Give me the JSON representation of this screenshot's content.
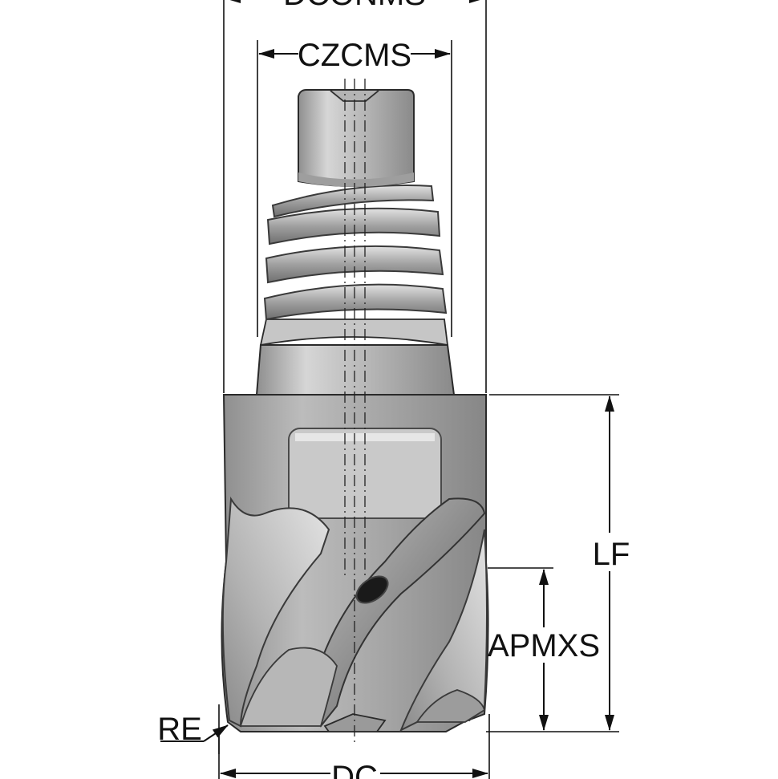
{
  "diagram": {
    "labels": {
      "dconms": "DCONMS",
      "czcms": "CZCMS",
      "lf": "LF",
      "apmxs": "APMXS",
      "re": "RE",
      "dc": "DC"
    },
    "colors": {
      "line": "#111111",
      "metal_light": "#d8d8d8",
      "metal_mid": "#a9a9a9",
      "metal_dark": "#6e6e6e",
      "outline": "#2a2a2a"
    }
  }
}
